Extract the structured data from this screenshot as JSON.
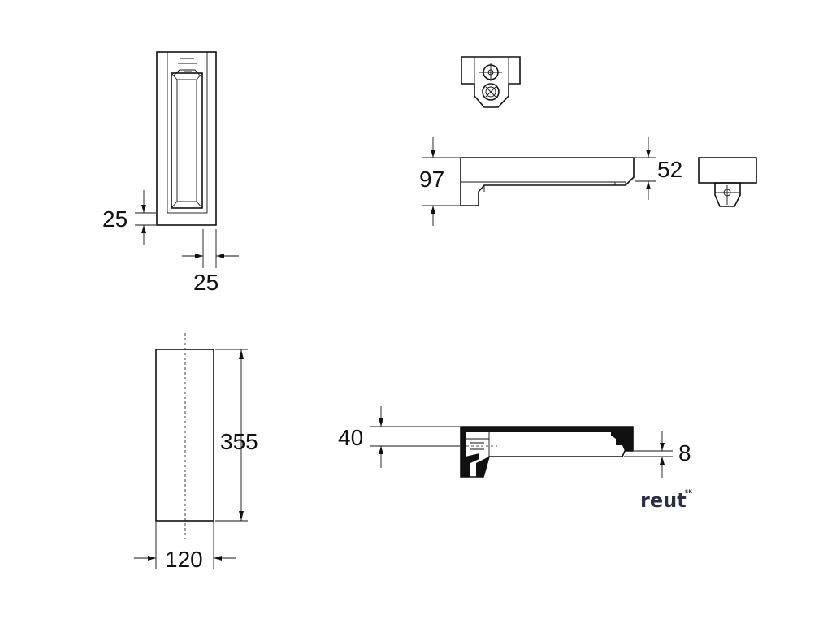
{
  "dimensions": {
    "front_bottom_height": "25",
    "front_bottom_width": "25",
    "side_height": "97",
    "side_front_height": "52",
    "body_length": "355",
    "body_width": "120",
    "base_height": "40",
    "base_lip": "8"
  },
  "logo": {
    "text": "reut",
    "superscript": "SK",
    "color": "#2a2f45"
  },
  "colors": {
    "line": "#111111",
    "background": "#ffffff"
  }
}
